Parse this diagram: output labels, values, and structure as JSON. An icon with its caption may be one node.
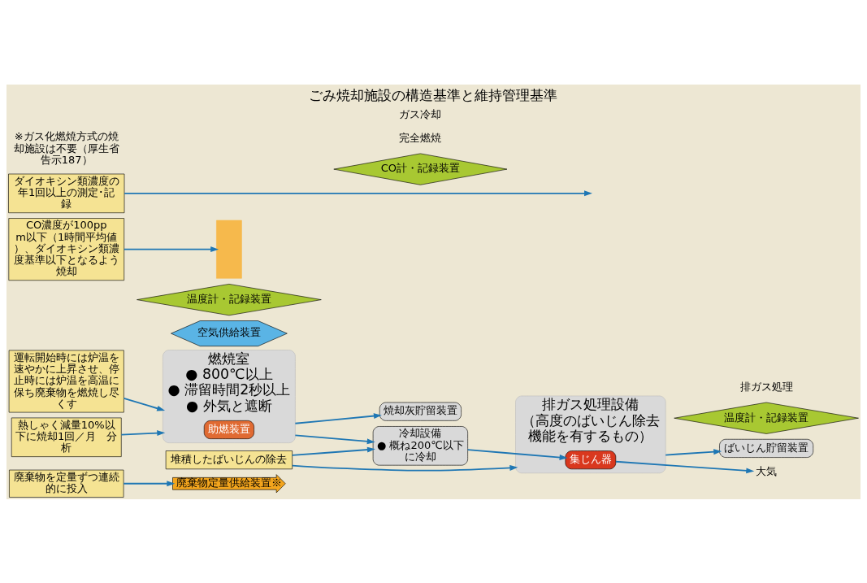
{
  "diagram": {
    "title": "ごみ焼却施設の構造基準と維持管理基準",
    "nodes": [
      {
        "text": [
          "廃棄物定量供給装置※"
        ]
      },
      {
        "text": [
          "廃棄物を定量ずつ連続的に投入"
        ]
      },
      {
        "text": [
          "運転開始時には炉温を速やかに上昇させ、停止時には炉温を高温に保ち廃棄物を燃焼し尽くす"
        ]
      },
      {
        "text": [
          "空気供給装置"
        ]
      },
      {
        "text": [
          "温度計・記録装置"
        ]
      },
      {
        "text": [
          "燃焼室",
          "● 800℃以上",
          "● 滞留時間2秒以上",
          "● 外気と遮断"
        ]
      },
      {
        "text": [
          "助燃装置"
        ],
        "in": 5
      },
      {
        "text": [
          "熱しゃく減量10%以下に焼却1回／月　分析"
        ]
      },
      {
        "text": [
          "焼却灰貯留装置"
        ]
      },
      {
        "text": [
          "堆積したばいじんの除去"
        ]
      },
      {
        "text": [
          "冷却設備",
          "● 概ね200℃以下に冷却"
        ]
      },
      {
        "text": [
          "CO濃度が100ppm以下（1時間平均値）、ダイオキシン類濃度基準以下となるよう焼却"
        ]
      },
      {
        "text": [
          "ダイオキシン類濃度の年1回以上の測定･記録"
        ]
      },
      {
        "text": [
          "CO計・記録装置"
        ]
      },
      {
        "text": [
          "排ガス処理設備",
          "（高度のばいじん除去機能を有するもの）"
        ]
      },
      {
        "text": [
          "集じん器"
        ],
        "in": 14
      },
      {
        "text": [
          "温度計・記録装置"
        ]
      },
      {
        "text": [
          "ばいじん貯留装置"
        ]
      },
      {
        "text": [
          "大気"
        ]
      },
      {
        "text": [],
        "shape": "bar"
      }
    ],
    "edges": [
      {
        "from": 1,
        "to": 0,
        "arrow": "to"
      },
      {
        "from": 2,
        "to": 5,
        "arrow": "to"
      },
      {
        "from": 5,
        "to": 10,
        "arrow": "to"
      },
      {
        "from": 7,
        "to": 5,
        "arrow": "to"
      },
      {
        "from": 5,
        "to": 8,
        "arrow": "to"
      },
      {
        "from": 9,
        "to": 10,
        "arrow": "to"
      },
      {
        "from": 9,
        "to": 14,
        "arrow": "to"
      },
      {
        "from": 10,
        "to": 15,
        "arrow": "to"
      },
      {
        "from": 15,
        "to": 18,
        "arrow": "to"
      },
      {
        "from": 11,
        "to": 19,
        "arrow": "to"
      },
      {
        "from": 12,
        "to": null,
        "arrow": "to"
      },
      {
        "from": 14,
        "to": 17,
        "arrow": "to"
      }
    ],
    "labels": [
      "※ガス化燃焼方式の焼却施設は不要（厚生省告示187）",
      "完全燃焼",
      "ガス冷却",
      "排ガス処理"
    ]
  }
}
